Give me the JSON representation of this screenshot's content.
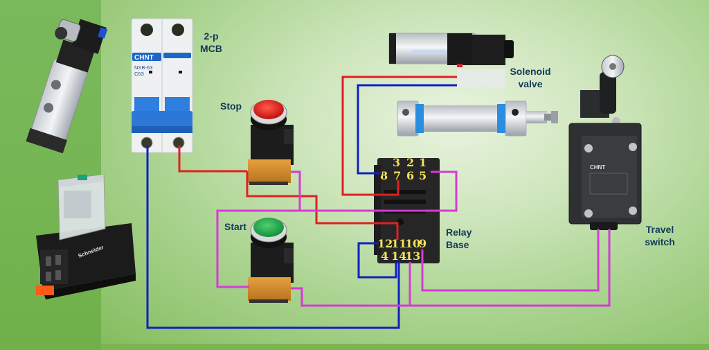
{
  "diagram": {
    "title": "Relay self-locking circuit with pneumatic solenoid valve and travel switch",
    "labels": {
      "mcb": [
        "2-p",
        "MCB"
      ],
      "stop": "Stop",
      "start": "Start",
      "solenoid": [
        "Solenoid",
        "valve"
      ],
      "relay": [
        "Relay",
        "Base"
      ],
      "travel": [
        "Travel",
        "switch"
      ]
    },
    "mcb": {
      "brand": "CHNT",
      "model": "NXB-63",
      "rating": "C63"
    },
    "travel_switch": {
      "brand": "CHNT"
    },
    "relay_module": {
      "brand": "Schneider"
    },
    "relay_terminals": {
      "top_row_upper": [
        "3",
        "2",
        "1"
      ],
      "top_row_lower": [
        "8",
        "7",
        "6",
        "5"
      ],
      "bottom_row_upper": [
        "12",
        "11",
        "10",
        "9"
      ],
      "bottom_row_lower": [
        "4",
        "14",
        "13"
      ]
    },
    "wire_colors": {
      "live": "#e02020",
      "neutral": "#1020c0",
      "control": "#d63ad6"
    },
    "button_colors": {
      "stop": "#d61a1a",
      "start": "#1ea045"
    },
    "connections": [
      {
        "color": "live",
        "from": "MCB right terminal",
        "to": "Stop button"
      },
      {
        "color": "live",
        "from": "Stop button",
        "to": "Relay terminal 11"
      },
      {
        "color": "live",
        "from": "Relay terminal 7",
        "to": "Solenoid valve"
      },
      {
        "color": "neutral",
        "from": "MCB left terminal",
        "to": "Relay terminal 14"
      },
      {
        "color": "neutral",
        "from": "Relay terminal 8",
        "to": "Solenoid valve"
      },
      {
        "color": "neutral",
        "from": "Relay terminal 12",
        "to": "Relay terminal 14"
      },
      {
        "color": "control",
        "from": "Stop button",
        "to": "Relay terminal 5"
      },
      {
        "color": "control",
        "from": "Stop button",
        "to": "Start button"
      },
      {
        "color": "control",
        "from": "Start button",
        "to": "Relay terminal 13"
      },
      {
        "color": "control",
        "from": "Relay terminal 13",
        "to": "Travel switch"
      },
      {
        "color": "control",
        "from": "Relay terminal 9",
        "to": "Travel switch"
      }
    ]
  }
}
